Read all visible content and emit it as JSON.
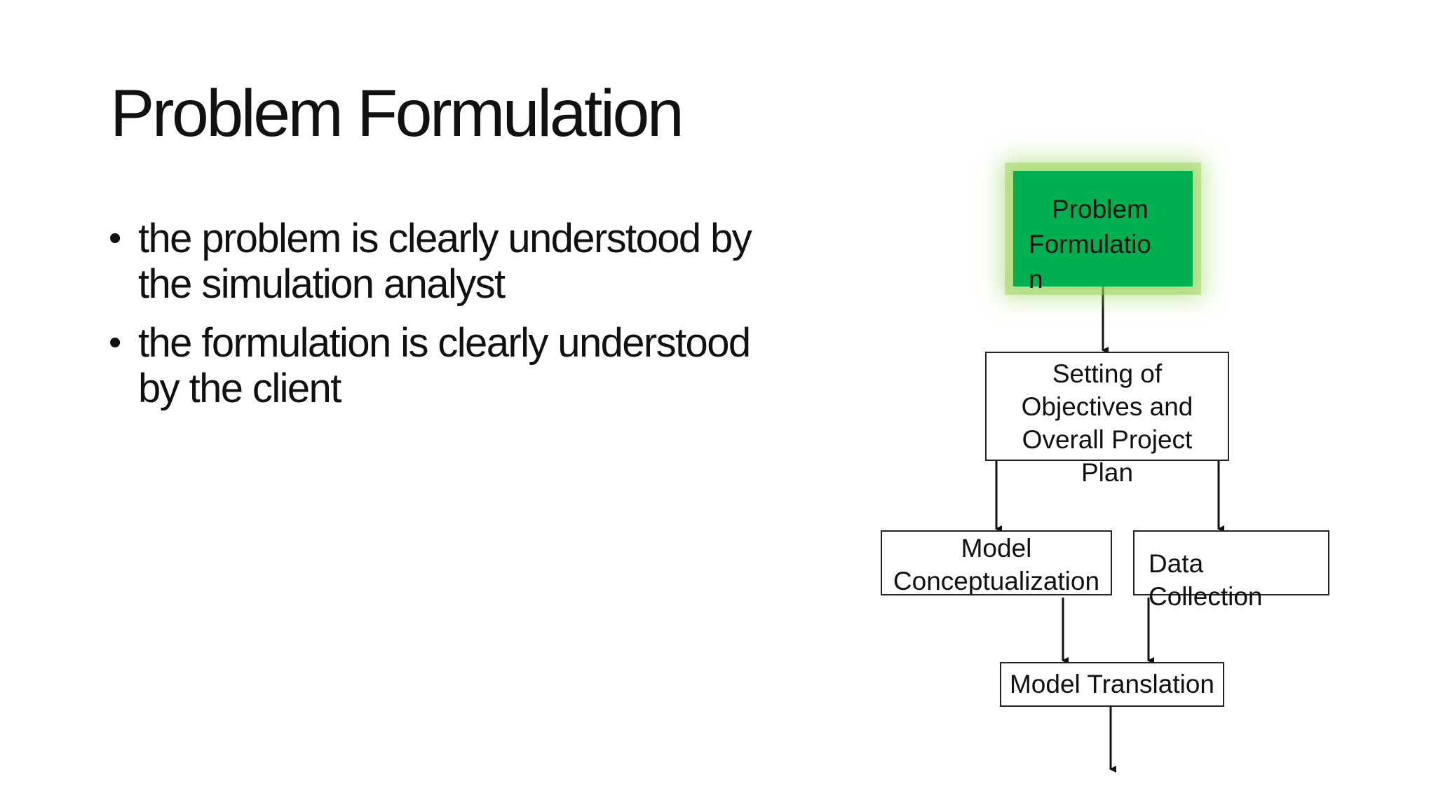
{
  "slide": {
    "title": "Problem Formulation",
    "bullets": [
      {
        "line1": "the problem is clearly understood by",
        "line2": "the simulation analyst"
      },
      {
        "line1": "the formulation is clearly understood",
        "line2": "by the client"
      }
    ],
    "bullet_glyph": "•"
  },
  "diagram": {
    "highlight_color": "#00b050",
    "glow_color": "#92d050",
    "nodes": {
      "problem_formulation": {
        "lines": [
          "Problem",
          "Formulatio",
          "n"
        ],
        "highlighted": true
      },
      "objectives": {
        "lines": [
          "Setting of",
          "Objectives and",
          "Overall Project",
          "Plan"
        ]
      },
      "model_conceptualization": {
        "lines": [
          "Model",
          "Conceptualization"
        ]
      },
      "data_collection": {
        "lines": [
          "Data",
          "Collection"
        ]
      },
      "model_translation": {
        "lines": [
          "Model Translation"
        ]
      }
    }
  }
}
